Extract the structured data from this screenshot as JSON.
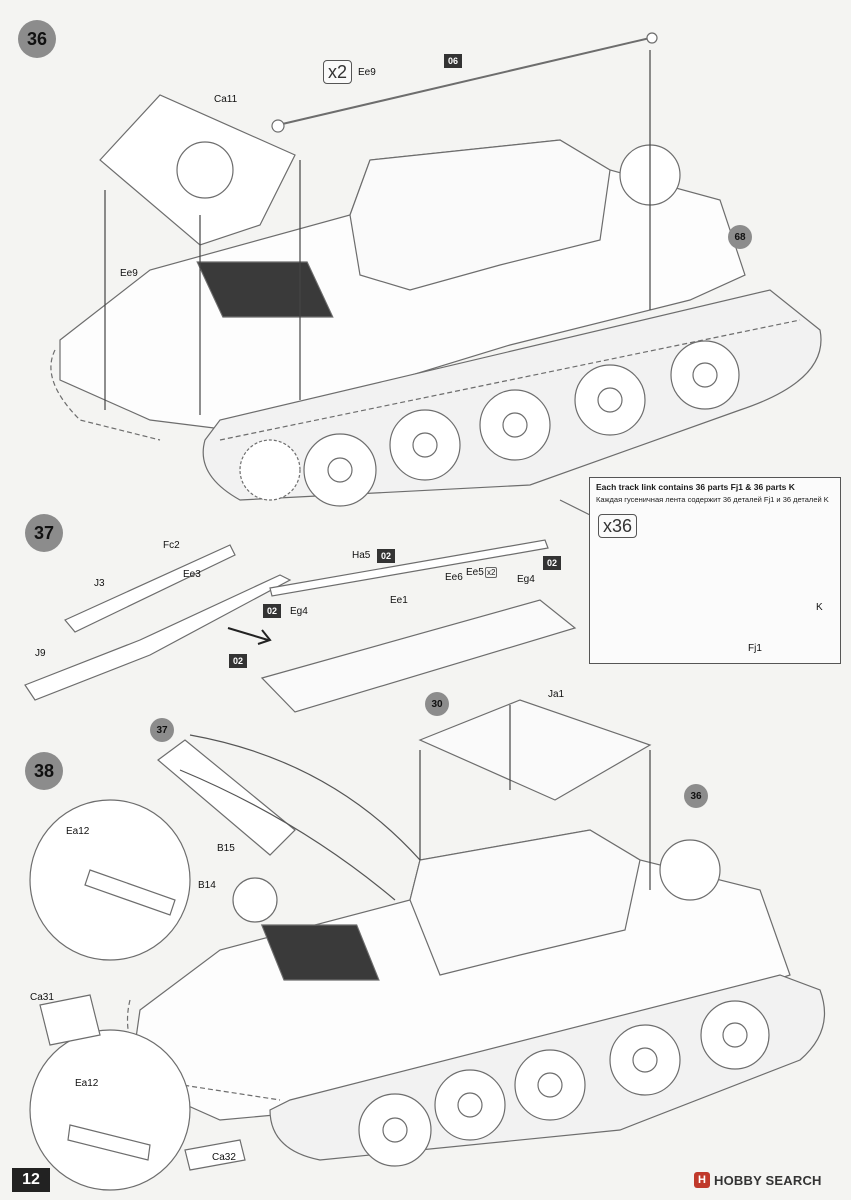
{
  "page": {
    "number": "12"
  },
  "steps": {
    "s36": "36",
    "s37": "37",
    "s38": "38"
  },
  "refs": {
    "r68": "68",
    "r30": "30",
    "r37": "37",
    "r36": "36"
  },
  "paint": {
    "p06": "06",
    "p02a": "02",
    "p02b": "02",
    "p02c": "02",
    "p02d": "02"
  },
  "quantities": {
    "ee9_count": "x2",
    "track_count": "x36",
    "ee5_count": "x2"
  },
  "parts": {
    "ca11": "Ca11",
    "ee9_top": "Ee9",
    "ee9_left": "Ee9",
    "fc2": "Fc2",
    "ee3": "Ee3",
    "j3": "J3",
    "j9": "J9",
    "ha5": "Ha5",
    "ee1": "Ee1",
    "ee6": "Ee6",
    "ee5": "Ee5",
    "eg4_right": "Eg4",
    "eg4_left": "Eg4",
    "ja1": "Ja1",
    "b15": "B15",
    "b14": "B14",
    "ea12_top": "Ea12",
    "ea12_bottom": "Ea12",
    "ca31": "Ca31",
    "ca32": "Ca32",
    "k": "K",
    "fj1": "Fj1"
  },
  "track_note": {
    "en": "Each track link contains 36 parts Fj1 & 36 parts K",
    "ru": "Каждая гусеничная лента содержит 36 деталей Fj1 и 36 деталей K"
  },
  "watermark": {
    "logo": "H",
    "text": "HOBBY SEARCH"
  }
}
